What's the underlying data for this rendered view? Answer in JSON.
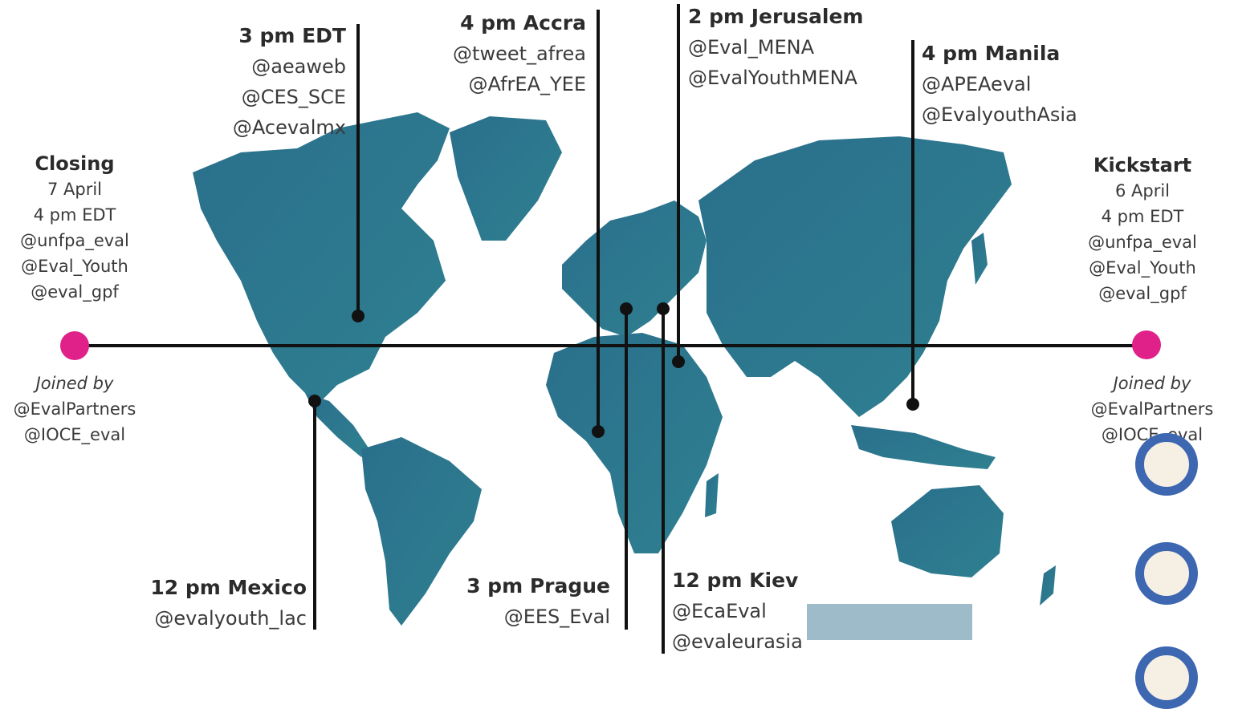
{
  "timezones": [
    {
      "time": "3 pm EDT",
      "handles": [
        "@aeaweb",
        "@CES_SCE",
        "@Acevalmx"
      ]
    },
    {
      "time": "4 pm Accra",
      "handles": [
        "@tweet_afrea",
        "@AfrEA_YEE"
      ]
    },
    {
      "time": "2 pm Jerusalem",
      "handles": [
        "@Eval_MENA",
        "@EvalYouthMENA"
      ]
    },
    {
      "time": "4 pm Manila",
      "handles": [
        "@APEAeval",
        "@EvalyouthAsia"
      ]
    },
    {
      "time": "12 pm Mexico",
      "handles": [
        "@evalyouth_lac"
      ]
    },
    {
      "time": "3 pm Prague",
      "handles": [
        "@EES_Eval"
      ]
    },
    {
      "time": "12 pm Kiev",
      "handles": [
        "@EcaEval",
        "@evaleurasia"
      ]
    }
  ],
  "closing": {
    "title": "Closing",
    "lines": [
      "7 April",
      "4 pm EDT",
      "@unfpa_eval",
      "@Eval_Youth",
      "@eval_gpf"
    ],
    "joined": "Joined by",
    "partners": [
      "@EvalPartners",
      "@IOCE_eval"
    ]
  },
  "kickstart": {
    "title": "Kickstart",
    "lines": [
      "6 April",
      "4 pm EDT",
      "@unfpa_eval",
      "@Eval_Youth",
      "@eval_gpf"
    ],
    "joined": "Joined by",
    "partners": [
      "@EvalPartners",
      "@IOCE_eval"
    ]
  },
  "colors": {
    "map": "#2e7a94",
    "endpoint": "#e0218a",
    "line": "#111111",
    "ring": "#3e67b1"
  }
}
